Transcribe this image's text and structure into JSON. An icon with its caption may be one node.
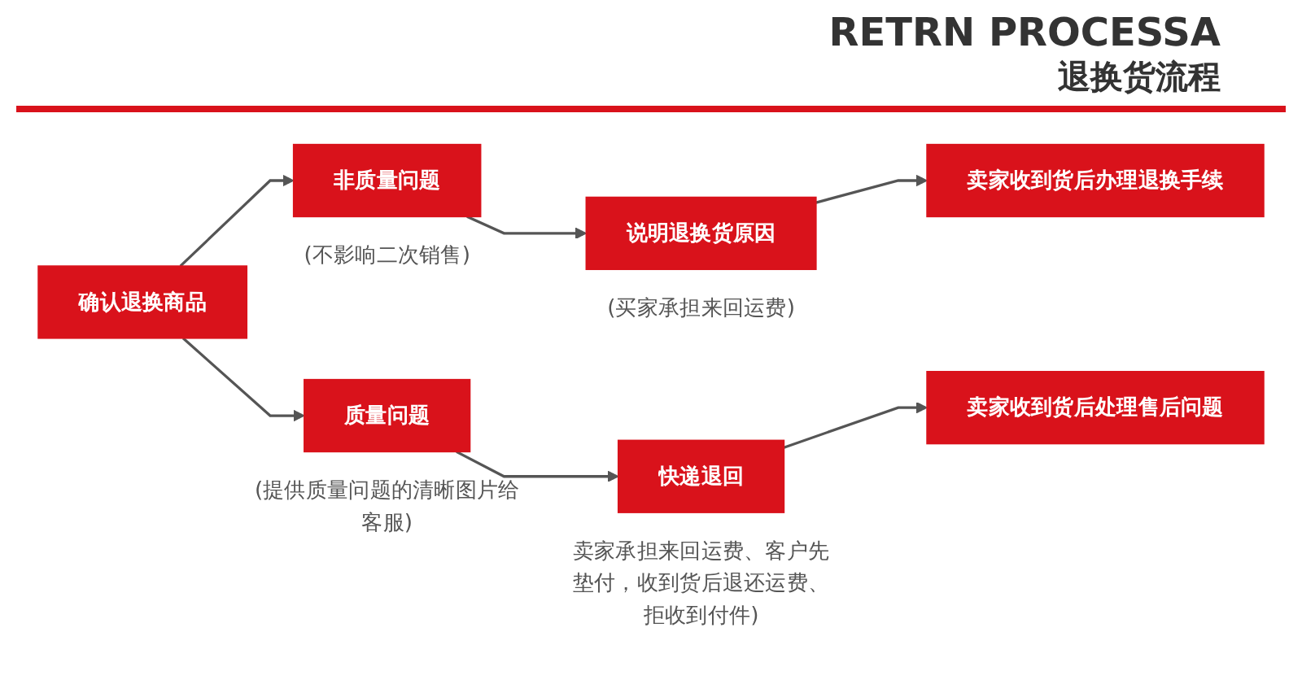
{
  "diagram": {
    "title": "RETRN PROCESSA",
    "nodes": [
      {
        "text": [
          "确认退换商品"
        ]
      },
      {
        "text": [
          "非质量问题"
        ],
        "beside": [
          "(不影响二次销售)"
        ]
      },
      {
        "text": [
          "说明退换货原因"
        ],
        "beside": [
          "(买家承担来回运费)"
        ]
      },
      {
        "text": [
          "卖家收到货后办理退换手续"
        ]
      },
      {
        "text": [
          "质量问题"
        ],
        "beside": [
          "(提供质量问题的清晰图片给客服)"
        ]
      },
      {
        "text": [
          "快递退回"
        ],
        "beside": [
          "卖家承担来回运费、客户先垫付，收到货后退还运费、拒收到付件)"
        ]
      },
      {
        "text": [
          "卖家收到货后处理售后问题"
        ]
      }
    ],
    "edges": [
      {
        "from": 0,
        "to": 1,
        "arrow": "to"
      },
      {
        "from": 0,
        "to": 4,
        "arrow": "to"
      },
      {
        "from": 1,
        "to": 2,
        "arrow": "to"
      },
      {
        "from": 2,
        "to": 3,
        "arrow": "to"
      },
      {
        "from": 4,
        "to": 5,
        "arrow": "to"
      },
      {
        "from": 5,
        "to": 6,
        "arrow": "to"
      }
    ],
    "labels": [
      "退换货流程"
    ]
  }
}
